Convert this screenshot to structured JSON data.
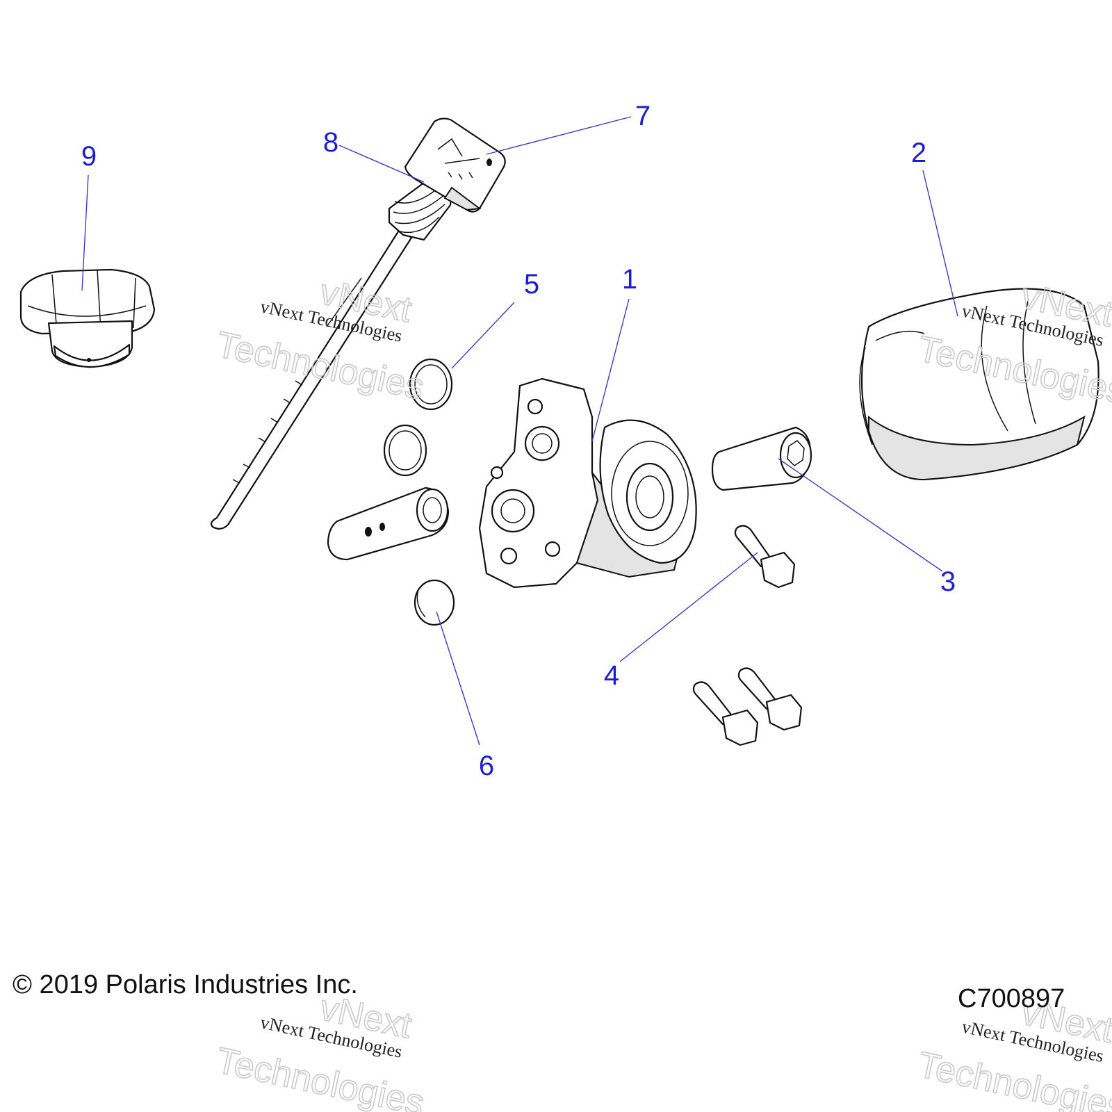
{
  "callouts": [
    {
      "number": "1"
    },
    {
      "number": "2"
    },
    {
      "number": "3"
    },
    {
      "number": "4"
    },
    {
      "number": "5"
    },
    {
      "number": "6"
    },
    {
      "number": "7"
    },
    {
      "number": "8"
    },
    {
      "number": "9"
    }
  ],
  "footer": {
    "copyright": "© 2019 Polaris Industries Inc.",
    "drawing_code": "C700897"
  },
  "watermark": {
    "line1": "vNext Technologies",
    "line2": "vNext",
    "line3": "Technologies"
  },
  "colors": {
    "callout": "#1c1cd8",
    "leader": "#3a3ad0",
    "line": "#111111"
  }
}
